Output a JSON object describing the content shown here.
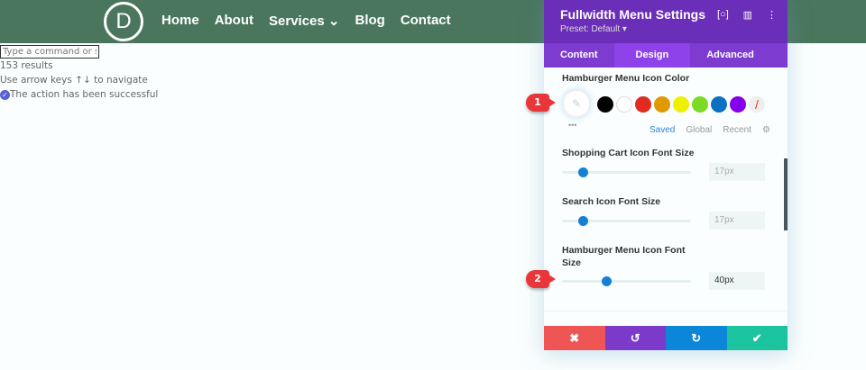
{
  "site": {
    "logo_letter": "D",
    "nav": [
      "Home",
      "About",
      "Services ⌄",
      "Blog",
      "Contact"
    ]
  },
  "command": {
    "placeholder": "Type a command or search",
    "results": "153 results",
    "hint": "Use arrow keys ↑↓ to navigate",
    "success": "The action has been successful"
  },
  "panel": {
    "title": "Fullwidth Menu Settings",
    "preset": "Preset: Default ▾",
    "tabs": [
      "Content",
      "Design",
      "Advanced"
    ],
    "active_tab": "Design",
    "color_label": "Hamburger Menu Icon Color",
    "swatches": [
      "#000000",
      "#ffffff",
      "#e02b20",
      "#e09900",
      "#edf000",
      "#7cda24",
      "#0c71c3",
      "#8300e9"
    ],
    "color_tabs": [
      "Saved",
      "Global",
      "Recent"
    ],
    "more": "•••",
    "fields": [
      {
        "label": "Shopping Cart Icon Font Size",
        "value": "17px",
        "percent": 16
      },
      {
        "label": "Search Icon Font Size",
        "value": "17px",
        "percent": 16
      },
      {
        "label": "Hamburger Menu Icon Font Size",
        "value": "40px",
        "percent": 34
      }
    ],
    "footer": {
      "cancel": "✖",
      "undo": "↺",
      "redo": "↻",
      "save": "✔"
    }
  },
  "badges": [
    "1",
    "2"
  ]
}
